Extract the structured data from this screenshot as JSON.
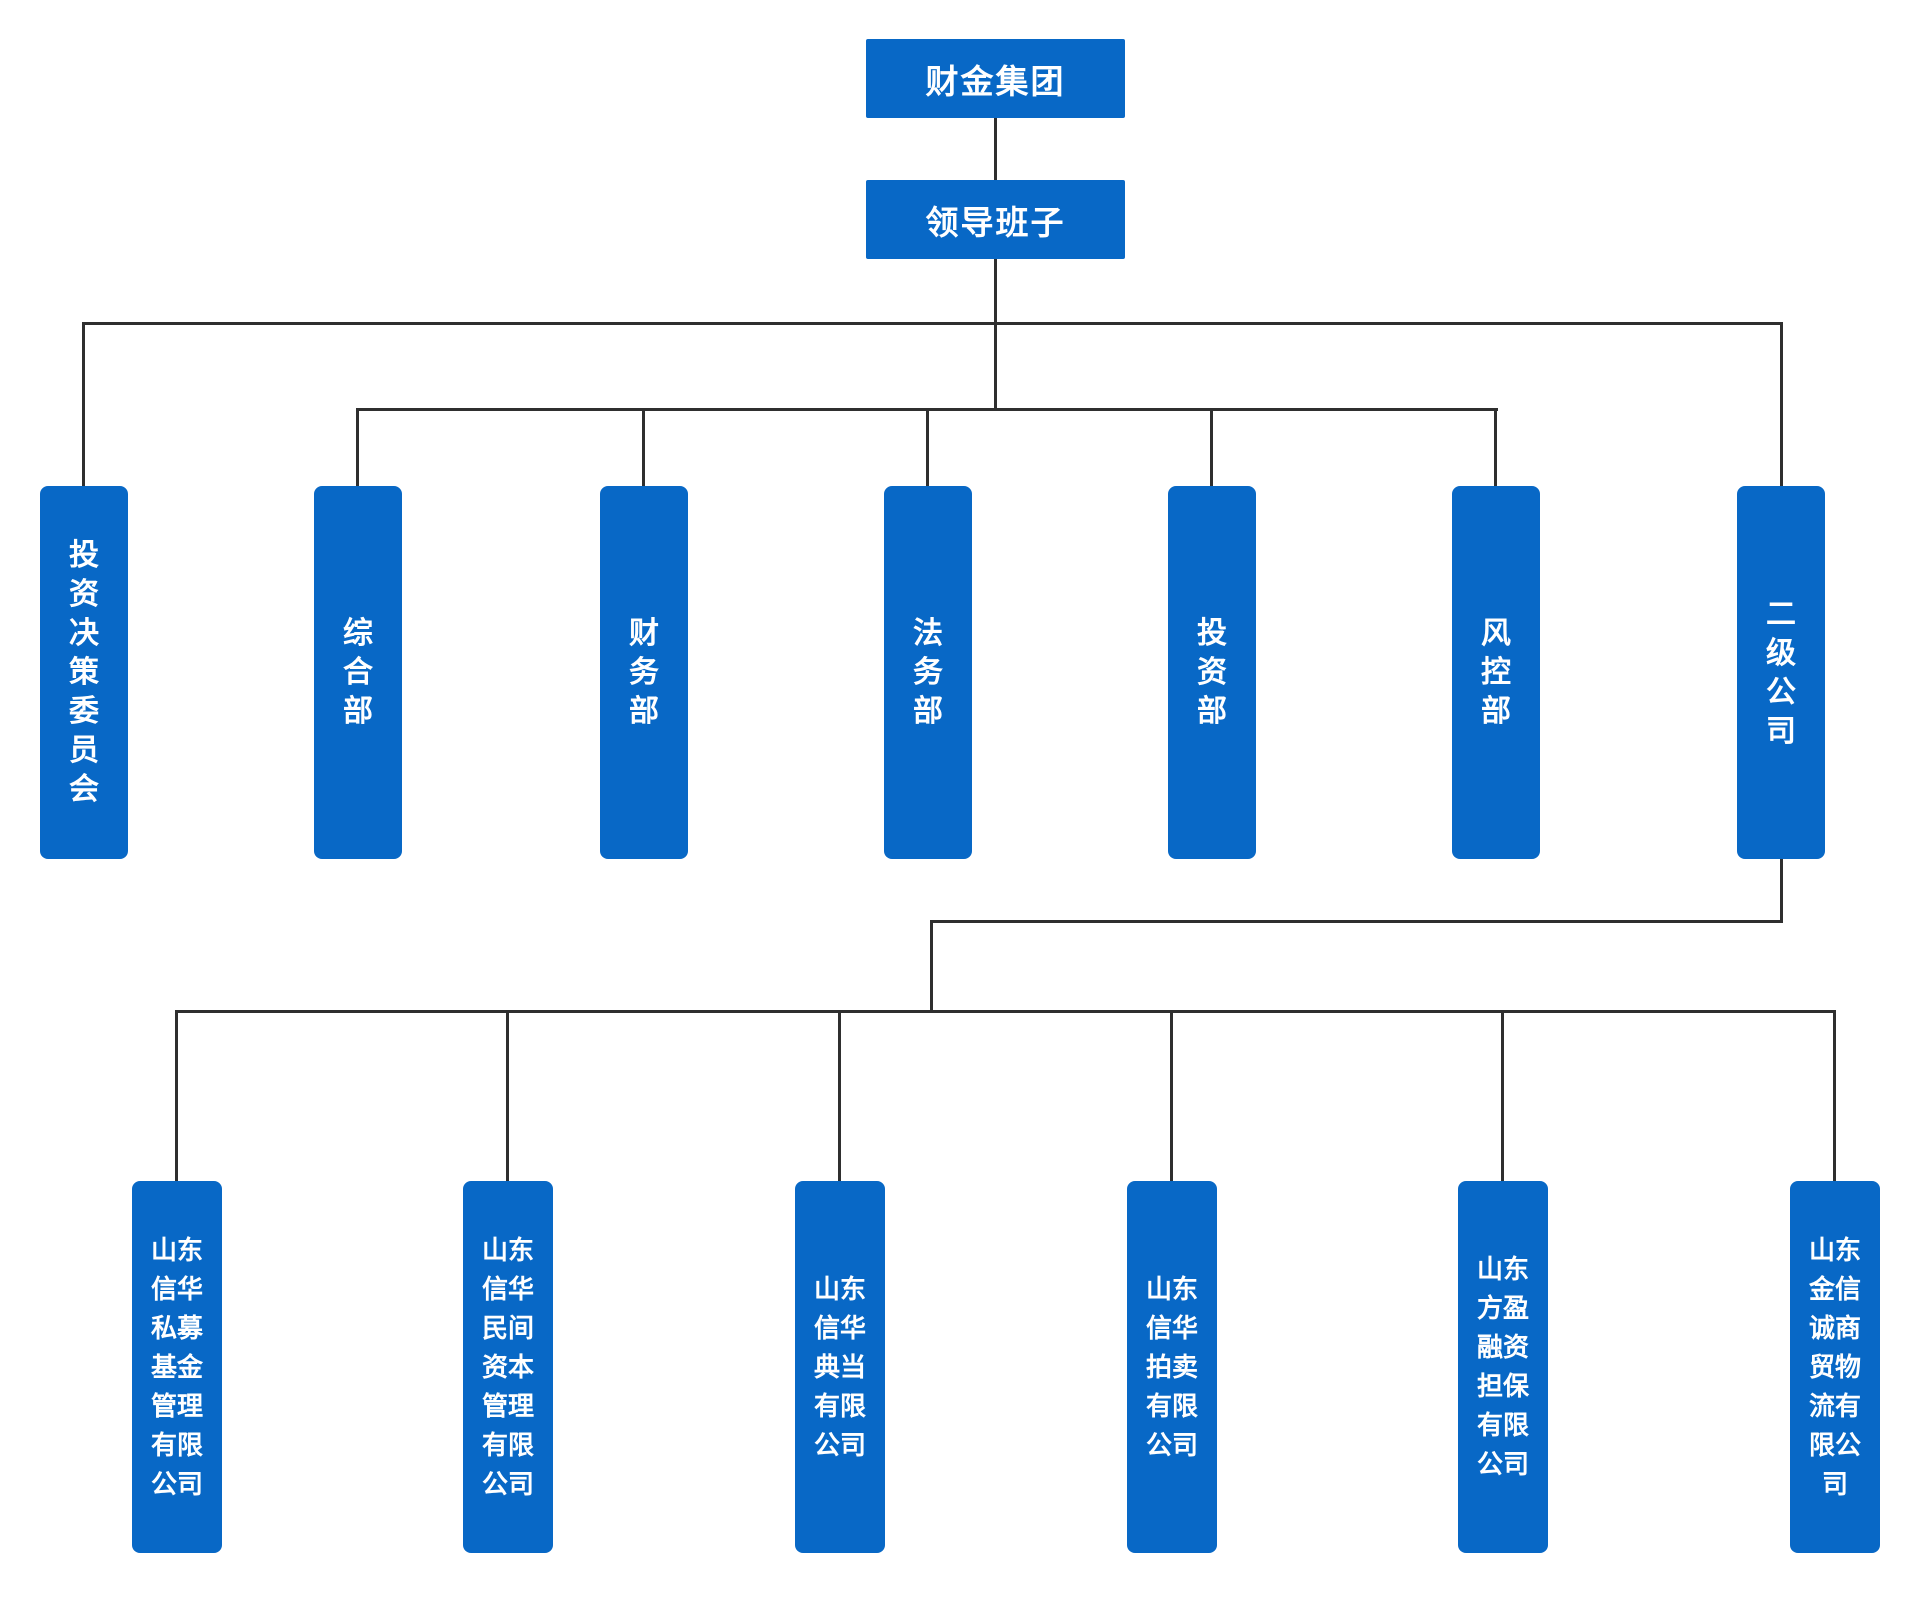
{
  "org": {
    "root": {
      "label": "财金集团"
    },
    "leadership": {
      "label": "领导班子"
    },
    "departments": [
      {
        "label": "投资决策委员会"
      },
      {
        "label": "综合部"
      },
      {
        "label": "财务部"
      },
      {
        "label": "法务部"
      },
      {
        "label": "投资部"
      },
      {
        "label": "风控部"
      },
      {
        "label": "二级公司"
      }
    ],
    "subsidiaries": [
      {
        "label": "山东信华私募基金管理有限公司"
      },
      {
        "label": "山东信华民间资本管理有限公司"
      },
      {
        "label": "山东信华典当有限公司"
      },
      {
        "label": "山东信华拍卖有限公司"
      },
      {
        "label": "山东方盈融资担保有限公司"
      },
      {
        "label": "山东金信诚商贸物流有限公司"
      }
    ],
    "colors": {
      "node_fill": "#0868c6",
      "node_text": "#ffffff",
      "connector": "#2f2f2f",
      "background": "#ffffff"
    }
  }
}
